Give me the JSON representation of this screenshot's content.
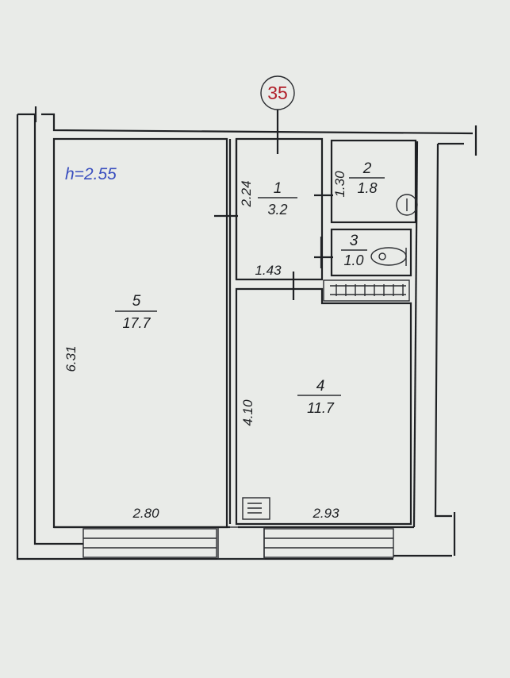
{
  "unit_number": "35",
  "ceiling_height": "h=2.55",
  "rooms": [
    {
      "id": "1",
      "area": "3.2"
    },
    {
      "id": "2",
      "area": "1.8"
    },
    {
      "id": "3",
      "area": "1.0"
    },
    {
      "id": "4",
      "area": "11.7"
    },
    {
      "id": "5",
      "area": "17.7"
    }
  ],
  "dimensions": {
    "room5_width": "2.80",
    "room5_length": "6.31",
    "room4_width": "2.93",
    "room4_length": "4.10",
    "hall_width": "1.43",
    "hall_length": "2.24",
    "wc_length": "1.30"
  }
}
